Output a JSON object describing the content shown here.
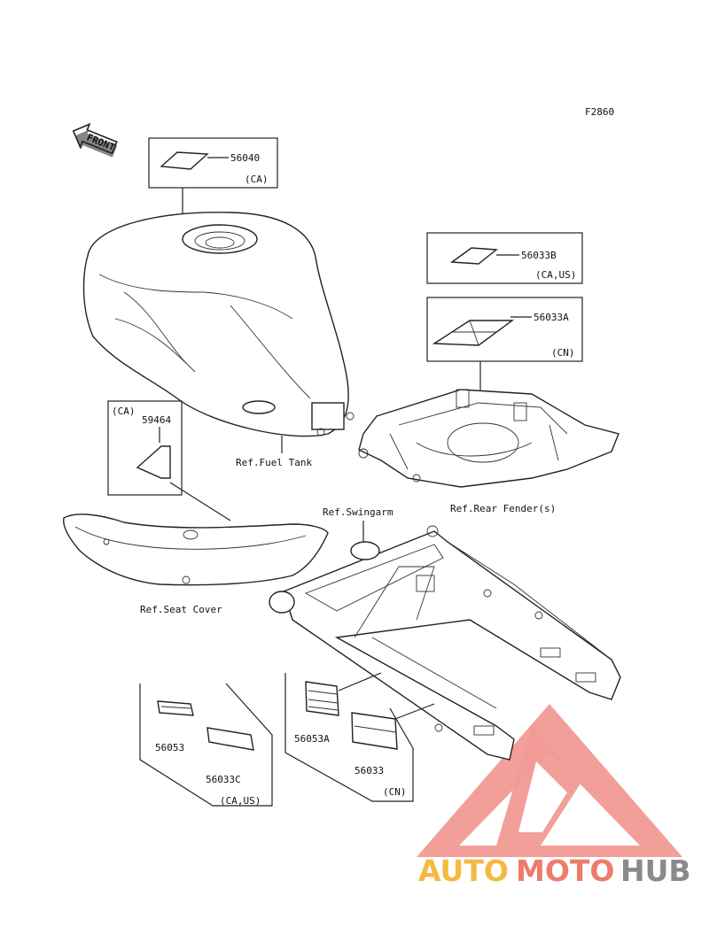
{
  "figure_code": "F2860",
  "front_label": "FRONT",
  "parts": {
    "p56040": {
      "number": "56040",
      "note": "(CA)"
    },
    "p56033B": {
      "number": "56033B",
      "note": "(CA,US)"
    },
    "p56033A": {
      "number": "56033A",
      "note": "(CN)"
    },
    "p59464": {
      "number": "59464",
      "note": "(CA)"
    },
    "p56053": {
      "number": "56053"
    },
    "p56033C": {
      "number": "56033C",
      "note": "(CA,US)"
    },
    "p56053A": {
      "number": "56053A"
    },
    "p56033": {
      "number": "56033",
      "note": "(CN)"
    }
  },
  "refs": {
    "fuel_tank": "Ref.Fuel Tank",
    "rear_fender": "Ref.Rear Fender(s)",
    "swingarm": "Ref.Swingarm",
    "seat_cover": "Ref.Seat Cover"
  },
  "watermark": {
    "auto": "AUTO",
    "moto": "MOTO",
    "hub": "HUB",
    "colors": {
      "auto": "#f5b942",
      "moto": "#ef7b6a",
      "hub": "#8a8a8a",
      "triangle": "#f19a95"
    }
  }
}
